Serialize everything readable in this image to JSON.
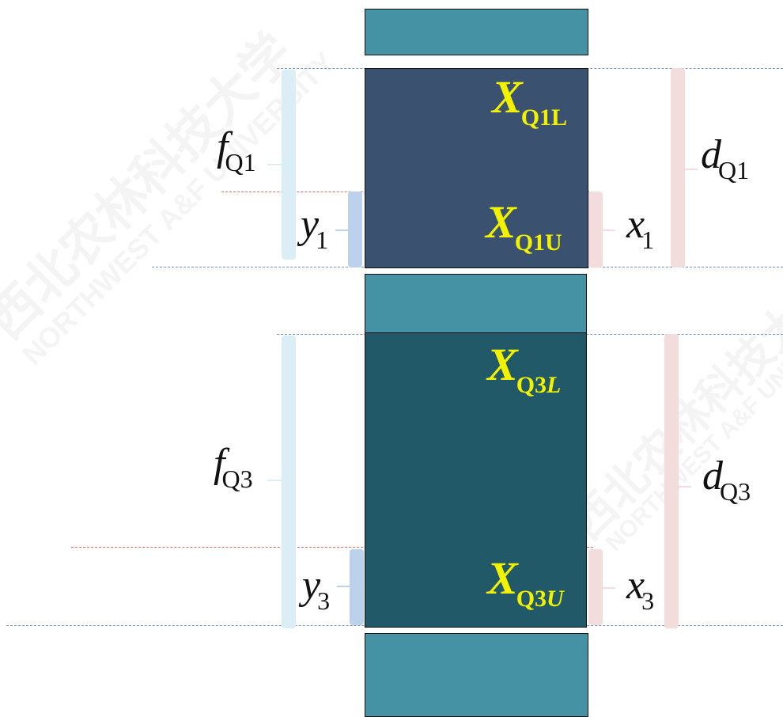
{
  "colors": {
    "teal_box": "#4692a5",
    "q1_box": "#3a526f",
    "q3_box": "#225968",
    "label_yellow": "#f2f200",
    "brace_left_light": "#dbeef5",
    "brace_left_dark": "#bcd2ec",
    "brace_right": "#f2dcdc",
    "dash_blue": "#7b93b8",
    "dash_red": "#e06a6a"
  },
  "watermark": {
    "text_cn": "西北农林科技大学",
    "text_en": "NORTHWEST A&F UNIVERSITY"
  },
  "q1": {
    "f_label": {
      "main": "f",
      "sub": "Q1"
    },
    "d_label": {
      "main": "d",
      "sub": "Q1"
    },
    "y_label": {
      "main": "y",
      "sub": "1"
    },
    "x_label": {
      "main": "x",
      "sub": "1"
    },
    "lower_bound": {
      "main": "X",
      "sub_a": "Q",
      "sub_b": "1",
      "sub_c": "L"
    },
    "upper_bound": {
      "main": "X",
      "sub_a": "Q",
      "sub_b": "1",
      "sub_c": "U"
    }
  },
  "q3": {
    "f_label": {
      "main": "f",
      "sub": "Q3"
    },
    "d_label": {
      "main": "d",
      "sub": "Q3"
    },
    "y_label": {
      "main": "y",
      "sub": "3"
    },
    "x_label": {
      "main": "x",
      "sub": "3"
    },
    "lower_bound": {
      "main": "X",
      "sub_a": "Q",
      "sub_b": "3",
      "sub_c": "L"
    },
    "upper_bound": {
      "main": "X",
      "sub_a": "Q",
      "sub_b": "3",
      "sub_c": "U"
    }
  }
}
